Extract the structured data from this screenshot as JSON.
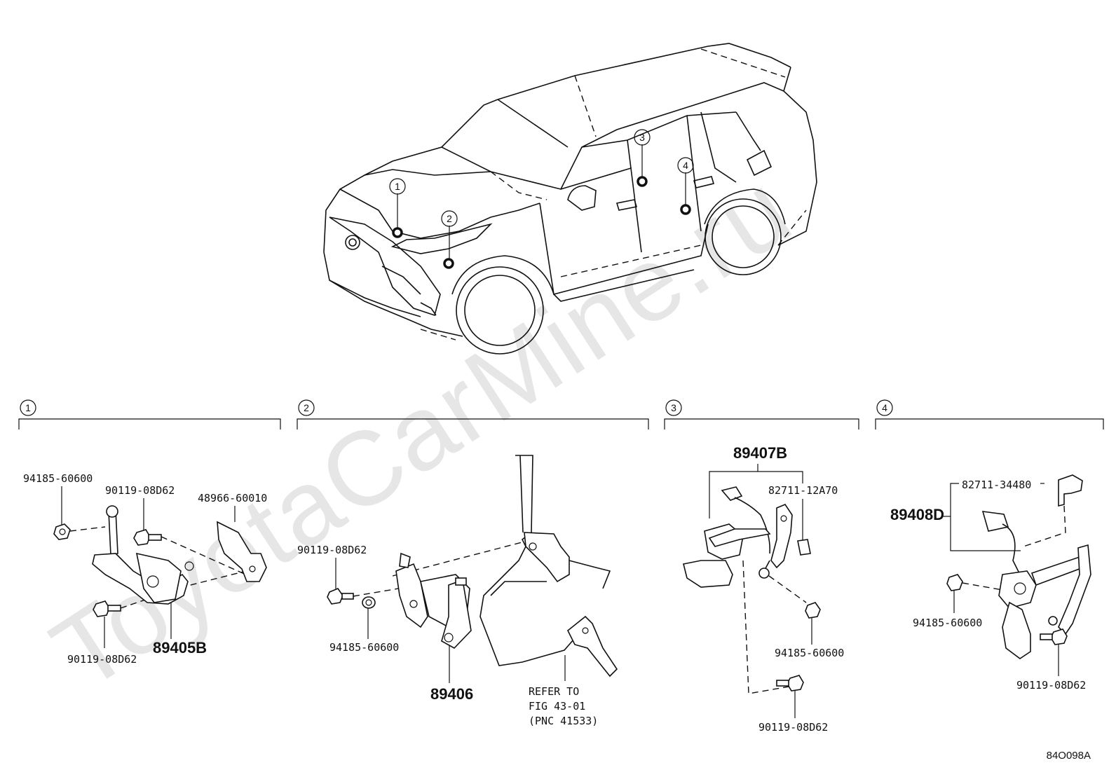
{
  "watermark": "ToyotaCarMine.ru",
  "figure_code": "84O098A",
  "car_callouts": [
    "1",
    "2",
    "3",
    "4"
  ],
  "sections": [
    {
      "id": "1",
      "labels": {
        "nut_a": "94185-60600",
        "bolt_a": "90119-08D62",
        "bracket": "48966-60010",
        "bolt_b": "90119-08D62",
        "assy": "89405B"
      }
    },
    {
      "id": "2",
      "labels": {
        "bolt_a": "90119-08D62",
        "nut_a": "94185-60600",
        "assy": "89406",
        "refer_1": "REFER TO",
        "refer_2": "FIG 43-01",
        "refer_3": "(PNC 41533)"
      }
    },
    {
      "id": "3",
      "labels": {
        "assy": "89407B",
        "connector": "82711-12A70",
        "nut_a": "94185-60600",
        "bolt_a": "90119-08D62"
      }
    },
    {
      "id": "4",
      "labels": {
        "connector": "82711-34480",
        "assy": "89408D",
        "nut_a": "94185-60600",
        "bolt_a": "90119-08D62"
      }
    }
  ]
}
